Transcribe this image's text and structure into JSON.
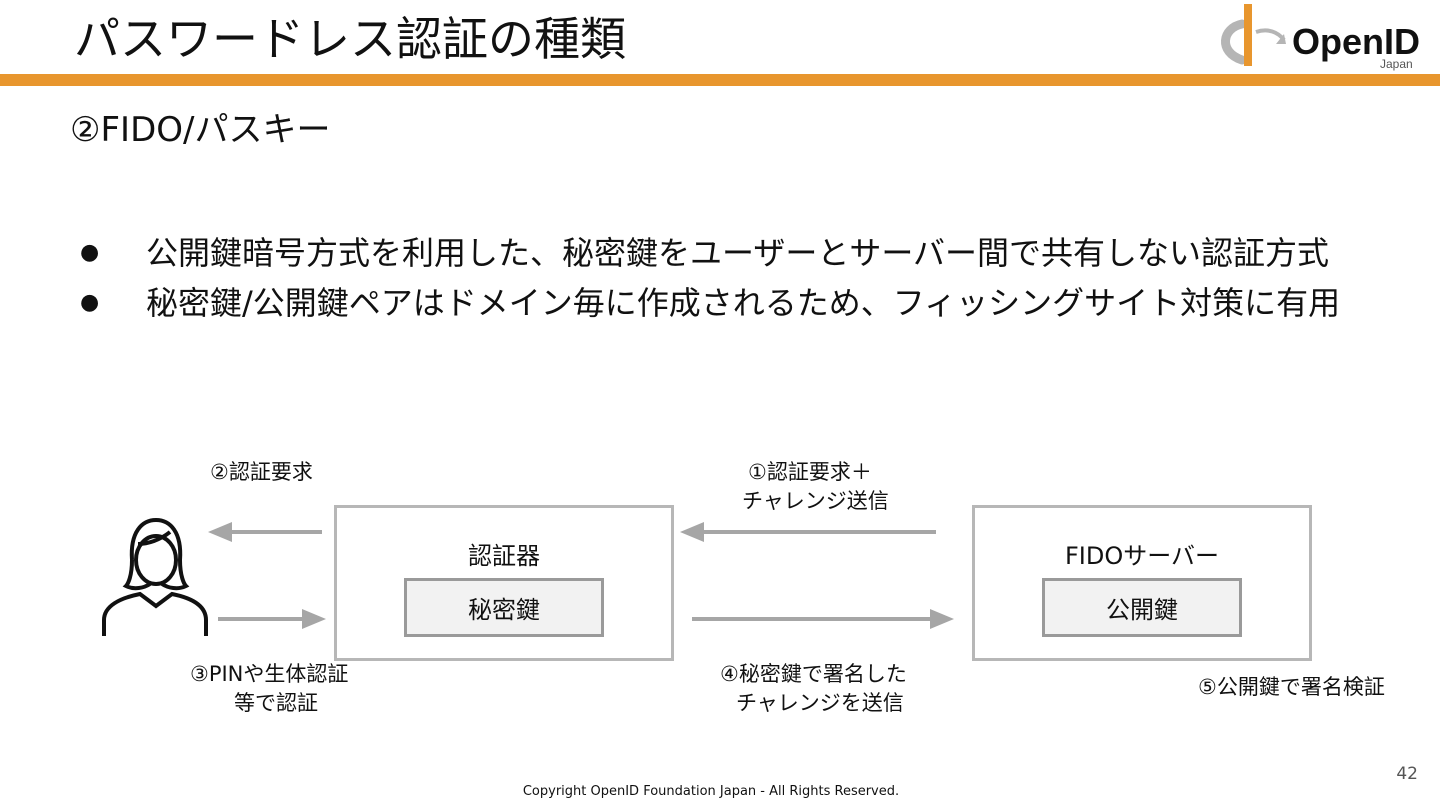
{
  "header": {
    "title": "パスワードレス認証の種類",
    "logo_text": "OpenID",
    "logo_sub": "Japan",
    "accent_color": "#e8962e"
  },
  "subtitle": "②FIDO/パスキー",
  "bullets": [
    "公開鍵暗号方式を利用した、秘密鍵をユーザーとサーバー間で共有しない認証方式",
    "秘密鍵/公開鍵ペアはドメイン毎に作成されるため、フィッシングサイト対策に有用"
  ],
  "diagram": {
    "authenticator": {
      "label": "認証器",
      "key": "秘密鍵"
    },
    "server": {
      "label": "FIDOサーバー",
      "key": "公開鍵"
    },
    "steps": {
      "step1_line1": "①認証要求＋",
      "step1_line2": "チャレンジ送信",
      "step2": "②認証要求",
      "step3_line1": "③PINや生体認証",
      "step3_line2": "等で認証",
      "step4_line1": "④秘密鍵で署名した",
      "step4_line2": "チャレンジを送信",
      "step5": "⑤公開鍵で署名検証"
    },
    "user_icon": "person-icon"
  },
  "footer": {
    "page_number": "42",
    "copyright": "Copyright OpenID Foundation Japan - All Rights Reserved."
  }
}
